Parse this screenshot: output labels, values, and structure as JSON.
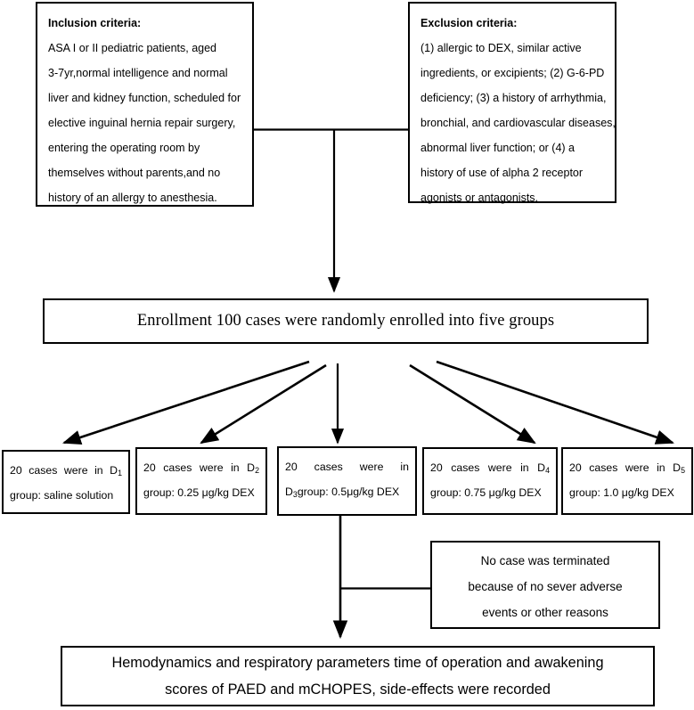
{
  "diagram": {
    "type": "flowchart",
    "title": "Study enrollment and group allocation flowchart",
    "inclusion": {
      "heading": "Inclusion criteria:",
      "lines": [
        "ASA I or II pediatric patients, aged",
        "3-7yr,normal intelligence and normal",
        "liver and kidney function, scheduled for",
        "elective inguinal hernia repair surgery,",
        "entering the operating room by",
        "themselves without parents,and no",
        "history of an allergy to anesthesia."
      ]
    },
    "exclusion": {
      "heading": "Exclusion criteria:",
      "lines": [
        "(1) allergic to DEX, similar active",
        "ingredients, or excipients; (2) G-6-PD",
        "deficiency; (3) a history of arrhythmia,",
        "bronchial, and cardiovascular diseases,",
        "abnormal liver function; or (4) a",
        "history of use of alpha 2 receptor",
        "agonists or antagonists."
      ]
    },
    "enrollment": {
      "text": "Enrollment 100 cases were randomly enrolled into five groups"
    },
    "groups": [
      {
        "id": "d1",
        "line1_words": [
          "20",
          "cases",
          "were",
          "in",
          "D"
        ],
        "line1_sub": "1",
        "line2": "group: saline solution"
      },
      {
        "id": "d2",
        "line1_words": [
          "20",
          "cases",
          "were",
          "in",
          "D"
        ],
        "line1_sub": "2",
        "line2": "group: 0.25 μg/kg DEX"
      },
      {
        "id": "d3",
        "line1_words": [
          "20",
          "cases",
          "were",
          "in"
        ],
        "line1_sub": "",
        "line2_prefix": "D",
        "line2_sub": "3",
        "line2": "group: 0.5μg/kg DEX"
      },
      {
        "id": "d4",
        "line1_words": [
          "20",
          "cases",
          "were",
          "in",
          "D"
        ],
        "line1_sub": "4",
        "line2": "group: 0.75 μg/kg DEX"
      },
      {
        "id": "d5",
        "line1_words": [
          "20",
          "cases",
          "were",
          "in",
          "D"
        ],
        "line1_sub": "5",
        "line2": "group:  1.0 μg/kg DEX"
      }
    ],
    "terminated": {
      "lines": [
        "No case was terminated",
        "because of no sever adverse",
        "events or other reasons"
      ]
    },
    "outcome": {
      "lines": [
        "Hemodynamics and respiratory parameters time of operation and awakening",
        "scores of PAED and mCHOPES, side-effects were recorded"
      ]
    },
    "colors": {
      "stroke": "#000000",
      "background": "#ffffff"
    }
  }
}
